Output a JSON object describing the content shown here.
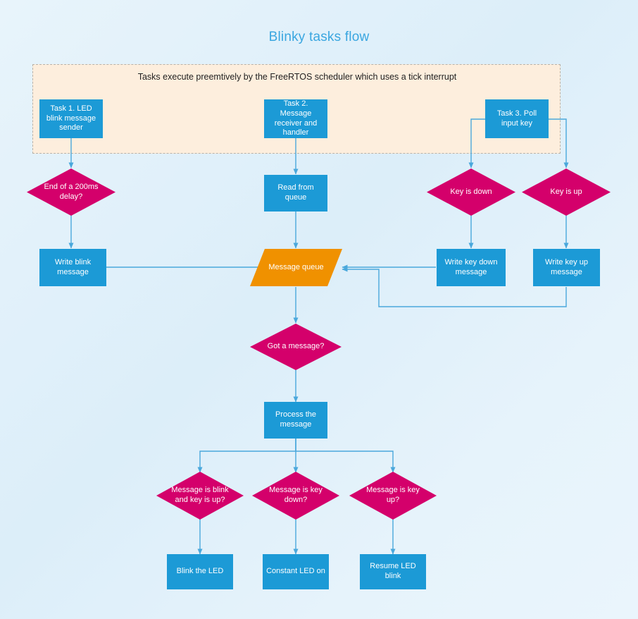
{
  "diagram": {
    "title": "Blinky tasks flow",
    "title_color": "#3aa6e0",
    "background_color": "#e4f1fb",
    "colors": {
      "process": "#1c9ad6",
      "decision": "#d4006b",
      "queue": "#f09100",
      "group": "#fdeedd",
      "connector": "#4aa8dc"
    },
    "group": {
      "label": "Tasks execute preemtively by the FreeRTOS scheduler which uses a tick interrupt"
    },
    "nodes": {
      "task1": "Task 1. LED blink message sender",
      "task2": "Task 2. Message receiver and handler",
      "task3": "Task 3. Poll input key",
      "delay_check": "End of a 200ms delay?",
      "read_queue": "Read from queue",
      "key_down": "Key is down",
      "key_up": "Key is up",
      "write_blink": "Write blink message",
      "message_queue": "Message queue",
      "write_key_down": "Write key down message",
      "write_key_up": "Write key up message",
      "got_message": "Got a message?",
      "process_message": "Process the message",
      "msg_blink_keyup": "Message is blink and key is up?",
      "msg_key_down": "Message is key down?",
      "msg_key_up": "Message is key up?",
      "blink_led": "Blink the LED",
      "constant_led": "Constant LED on",
      "resume_blink": "Resume LED blink"
    }
  }
}
